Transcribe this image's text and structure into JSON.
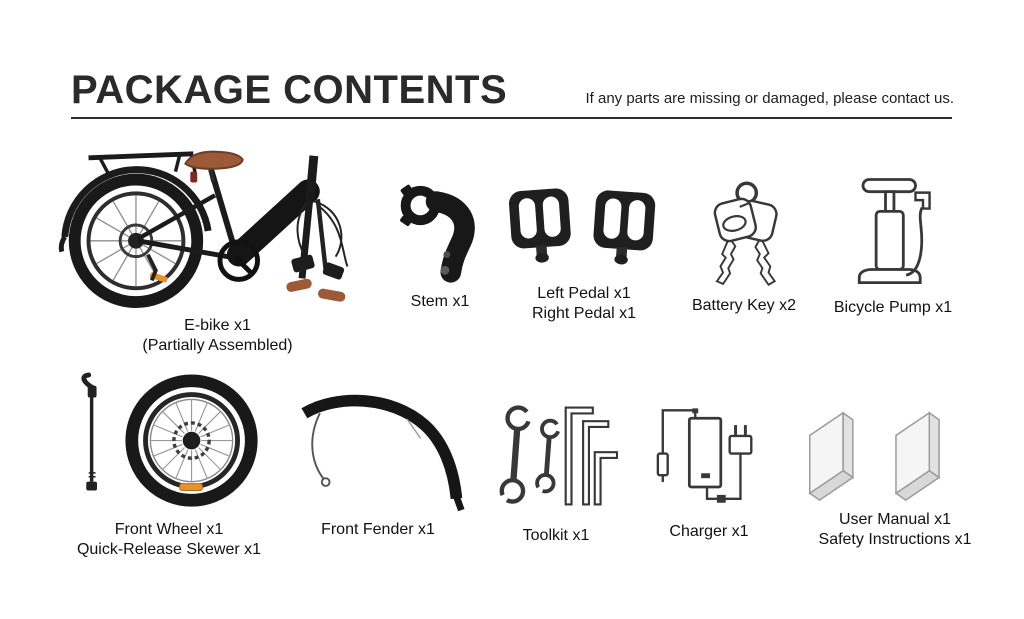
{
  "header": {
    "title": "PACKAGE CONTENTS",
    "note": "If any parts are missing or damaged, please contact us."
  },
  "items": [
    {
      "name": "e-bike",
      "illustration": "partially-assembled-ebike-photo",
      "label_lines": [
        "E-bike x1",
        "(Partially Assembled)"
      ]
    },
    {
      "name": "stem",
      "illustration": "handlebar-stem-photo",
      "label_lines": [
        "Stem x1"
      ]
    },
    {
      "name": "pedals",
      "illustration": "two-black-pedals-photo",
      "label_lines": [
        "Left Pedal x1",
        "Right Pedal x1"
      ]
    },
    {
      "name": "battery-key",
      "illustration": "two-keys-on-ring-line-art",
      "label_lines": [
        "Battery Key x2"
      ]
    },
    {
      "name": "bicycle-pump",
      "illustration": "hand-pump-line-art",
      "label_lines": [
        "Bicycle Pump x1"
      ]
    },
    {
      "name": "front-wheel",
      "illustration": "front-wheel-with-skewer-photo",
      "label_lines": [
        "Front Wheel x1",
        "Quick-Release Skewer x1"
      ]
    },
    {
      "name": "front-fender",
      "illustration": "curved-fender-photo",
      "label_lines": [
        "Front Fender x1"
      ]
    },
    {
      "name": "toolkit",
      "illustration": "wrenches-and-hex-keys-line-art",
      "label_lines": [
        "Toolkit x1"
      ]
    },
    {
      "name": "charger",
      "illustration": "power-adapter-line-art",
      "label_lines": [
        "Charger x1"
      ]
    },
    {
      "name": "user-manual",
      "illustration": "two-folded-booklets",
      "label_lines": [
        "User Manual x1",
        "Safety Instructions x1"
      ]
    }
  ],
  "colors": {
    "ink": "#121212",
    "bike_black": "#1b1b1b",
    "saddle_brown": "#9c5a38",
    "reflector_orange": "#e8922e",
    "line_art_stroke": "#383838",
    "manual_gray": "#e8e8e8"
  }
}
